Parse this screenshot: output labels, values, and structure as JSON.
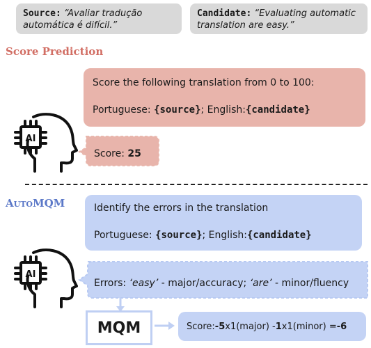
{
  "top": {
    "source_label": "Source:",
    "source_text": "“Avaliar tradução automática é difícil.”",
    "candidate_label": "Candidate:",
    "candidate_text": "“Evaluating automatic translation are easy.”"
  },
  "score_prediction": {
    "title": "Score Prediction",
    "prompt_line1": "Score the following translation from 0 to 100:",
    "prompt_pt": "Portuguese: ",
    "prompt_source": "{source}",
    "prompt_sep": "; English:",
    "prompt_candidate": "{candidate}",
    "answer_label": "Score: ",
    "answer_value": "25"
  },
  "automqm": {
    "title": "AutoMQM",
    "prompt_line1": "Identify the errors in the translation",
    "prompt_pt": "Portuguese: ",
    "prompt_source": "{source}",
    "prompt_sep": "; English:",
    "prompt_candidate": "{candidate}",
    "errors_label": "Errors: ",
    "error1_span": "‘easy’",
    "error1_cat": " - major/accuracy; ",
    "error2_span": "‘are’",
    "error2_cat": " - minor/fluency",
    "mqm_label": "MQM",
    "score_label": "Score: ",
    "score_major_val": "-5",
    "score_major_text": "x1(major) - ",
    "score_minor_val": "1",
    "score_minor_text": "x1(minor) = ",
    "score_total": "-6"
  },
  "icons": {
    "head": "ai-head-icon"
  },
  "colors": {
    "score_title": "#d26f65",
    "automqm_title": "#5b78c8",
    "pink_bubble": "#e8b4ab",
    "blue_bubble": "#c4d3f5"
  }
}
